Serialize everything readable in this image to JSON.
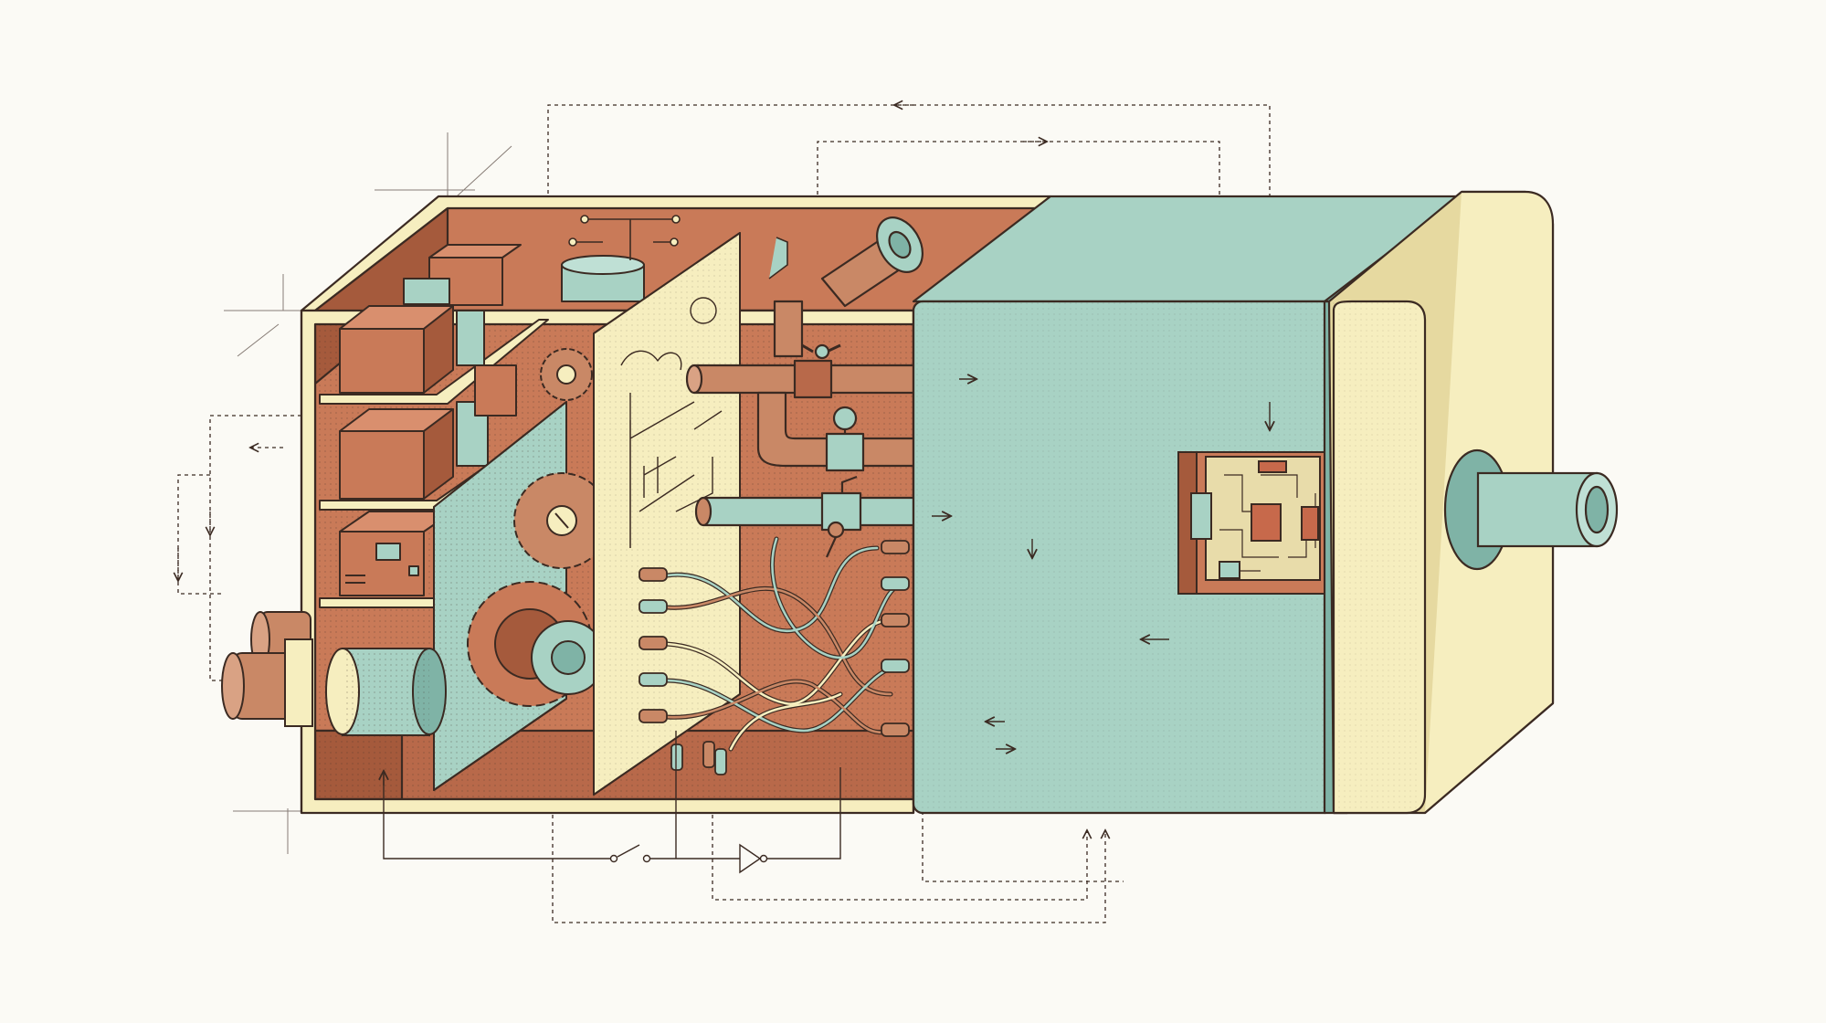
{
  "diagram": {
    "type": "cutaway-machine-illustration",
    "printed_text": [],
    "palette": {
      "background": "#fbfaf5",
      "outline": "#3b2a22",
      "rust": "#c97a58",
      "rust_dark": "#a55a3c",
      "teal": "#a8d2c4",
      "teal_dark": "#7fb3a6",
      "cream": "#f6eebf",
      "cream_dark": "#e6d9a0",
      "copper": "#c98866",
      "pcb": "#e8dcaa",
      "chip": "#c7694b"
    },
    "components": [
      "open-housing",
      "storage-shelves",
      "boxes",
      "gear-train",
      "motor-cylinder",
      "schematic-panel",
      "pipe-system",
      "valves",
      "wire-harness",
      "connector-terminals",
      "teal-casing",
      "circuit-board-window",
      "end-cap",
      "output-shaft",
      "input-connectors"
    ],
    "flow_lines": {
      "style": "dashed",
      "arrow_icon": "arrow-head-icon"
    }
  }
}
